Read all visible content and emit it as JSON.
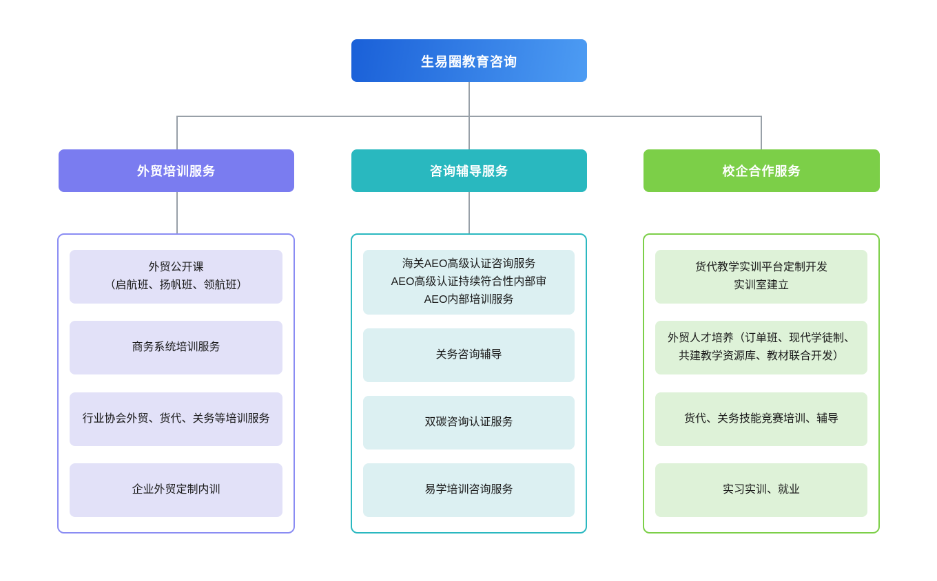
{
  "root": {
    "label": "生易圈教育咨询"
  },
  "branches": [
    {
      "label": "外贸培训服务",
      "color": "#7a7cf0",
      "item_bg": "#e2e1f8",
      "items": [
        {
          "text": "外贸公开课\n（启航班、扬帆班、领航班）"
        },
        {
          "text": "商务系统培训服务"
        },
        {
          "text": "行业协会外贸、货代、关务等培训服务"
        },
        {
          "text": "企业外贸定制内训"
        }
      ]
    },
    {
      "label": "咨询辅导服务",
      "color": "#29b8bf",
      "item_bg": "#dcf0f2",
      "items": [
        {
          "text": "海关AEO高级认证咨询服务\nAEO高级认证持续符合性内部审\nAEO内部培训服务"
        },
        {
          "text": "关务咨询辅导"
        },
        {
          "text": "双碳咨询认证服务"
        },
        {
          "text": "易学培训咨询服务"
        }
      ]
    },
    {
      "label": "校企合作服务",
      "color": "#7ccf48",
      "item_bg": "#def2d8",
      "items": [
        {
          "text": "货代教学实训平台定制开发\n实训室建立"
        },
        {
          "text": "外贸人才培养（订单班、现代学徒制、共建教学资源库、教材联合开发）"
        },
        {
          "text": "货代、关务技能竞赛培训、辅导"
        },
        {
          "text": "实习实训、就业"
        }
      ]
    }
  ],
  "colors": {
    "root_gradient_start": "#1a60d8",
    "root_gradient_end": "#4d9cf3",
    "connector": "#98a0a8",
    "background": "#ffffff"
  }
}
